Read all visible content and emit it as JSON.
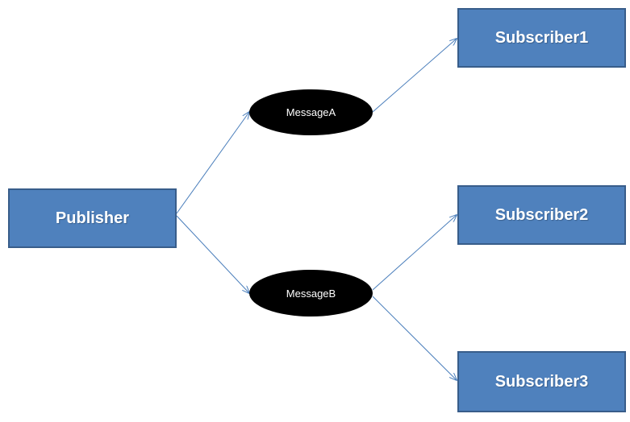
{
  "nodes": {
    "publisher": "Publisher",
    "messageA": "MessageA",
    "messageB": "MessageB",
    "subscriber1": "Subscriber1",
    "subscriber2": "Subscriber2",
    "subscriber3": "Subscriber3"
  },
  "edges": [
    {
      "from": "publisher",
      "to": "messageA"
    },
    {
      "from": "publisher",
      "to": "messageB"
    },
    {
      "from": "messageA",
      "to": "subscriber1"
    },
    {
      "from": "messageB",
      "to": "subscriber2"
    },
    {
      "from": "messageB",
      "to": "subscriber3"
    }
  ],
  "colors": {
    "box_fill": "#4f81bd",
    "box_border": "#385d8a",
    "ellipse_fill": "#000000",
    "arrow": "#4a7ebb"
  }
}
